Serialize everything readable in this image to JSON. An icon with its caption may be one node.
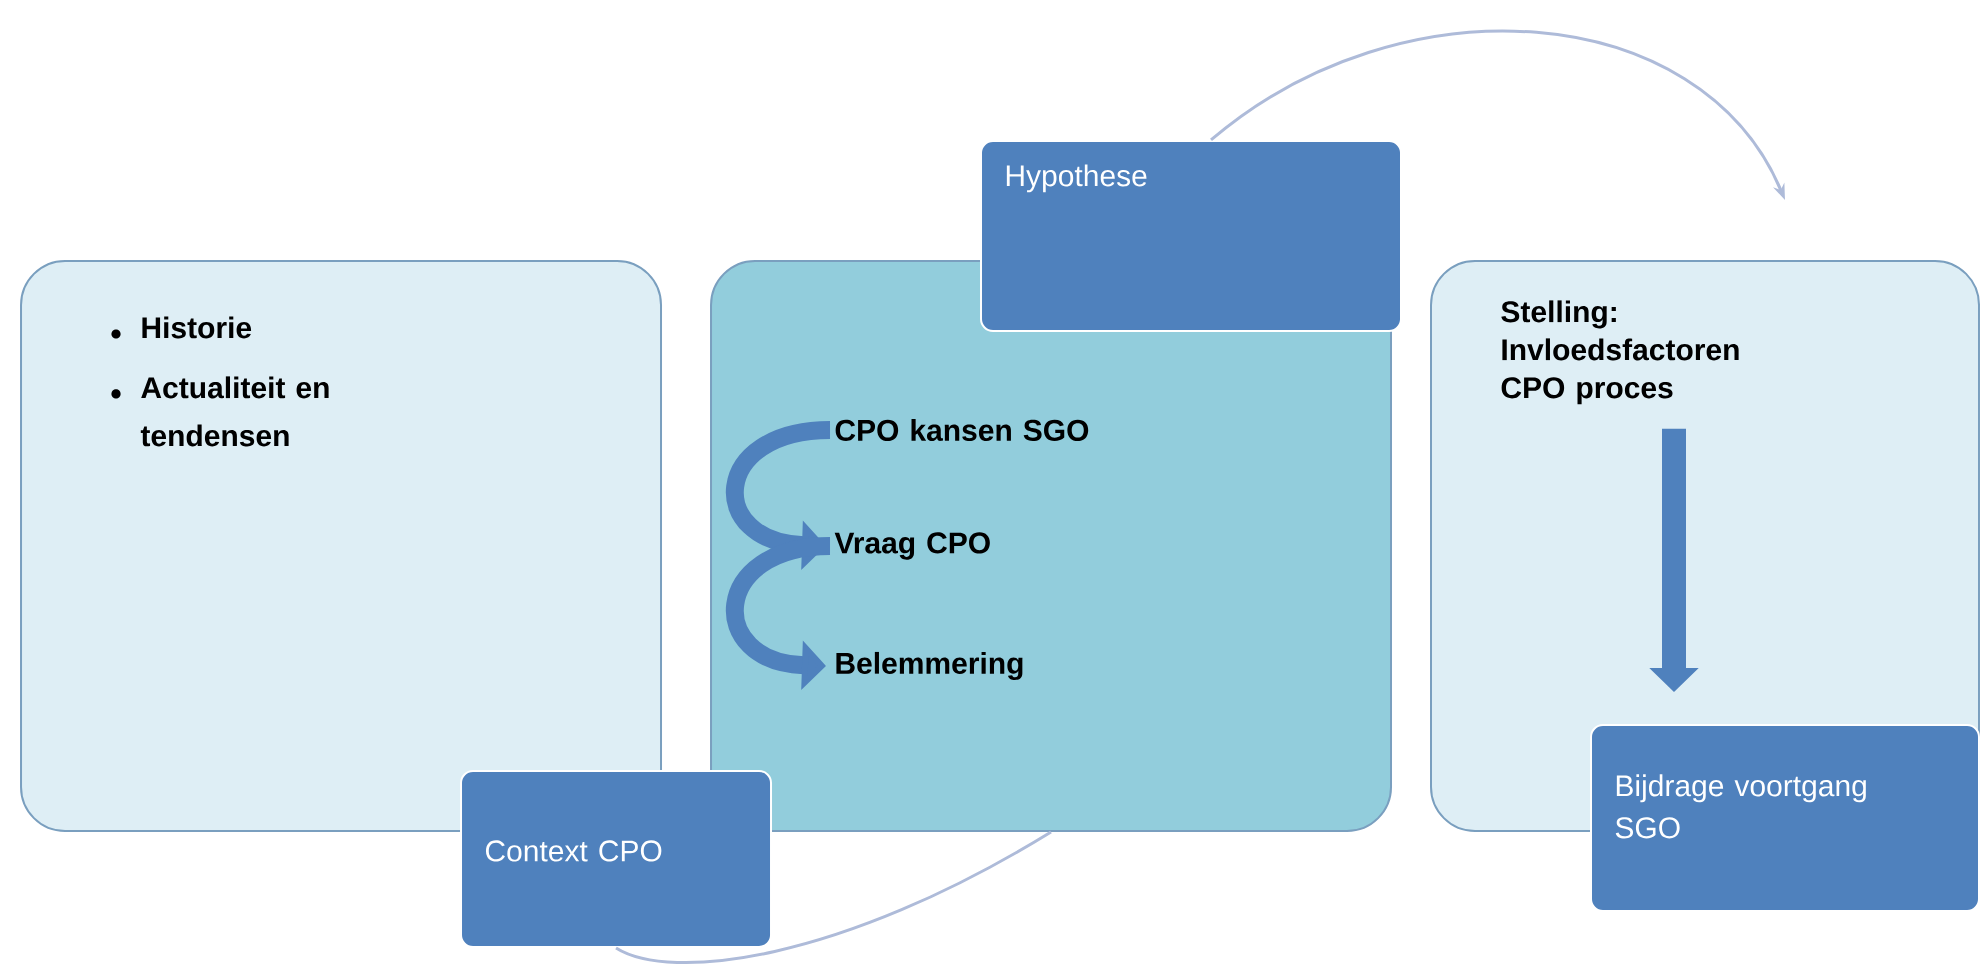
{
  "diagram": {
    "nodes": [
      {
        "text": [
          "Historie",
          "Actualiteit en tendensen"
        ]
      },
      {
        "text": [
          "Context CPO"
        ]
      },
      {
        "text": [],
        "shape": "box"
      },
      {
        "text": [
          "Hypothese"
        ]
      },
      {
        "text": [
          "CPO kansen SGO"
        ],
        "in": 2
      },
      {
        "text": [
          "Vraag CPO"
        ],
        "in": 2
      },
      {
        "text": [
          "Belemmering"
        ],
        "in": 2
      },
      {
        "text": [],
        "shape": "box"
      },
      {
        "text": [
          "Stelling: Invloedsfactoren CPO proces"
        ],
        "in": 7
      },
      {
        "text": [
          "Bijdrage voortgang SGO"
        ]
      }
    ],
    "edges": [
      {
        "from": 1,
        "to": 2,
        "arrow": "none",
        "color": "#aebbd9"
      },
      {
        "from": 3,
        "to": 7,
        "arrow": "to",
        "color": "#aebbd9"
      },
      {
        "from": 4,
        "to": 5,
        "arrow": "to"
      },
      {
        "from": 5,
        "to": 6,
        "arrow": "to"
      },
      {
        "from": 8,
        "to": 9,
        "arrow": "to"
      }
    ]
  }
}
